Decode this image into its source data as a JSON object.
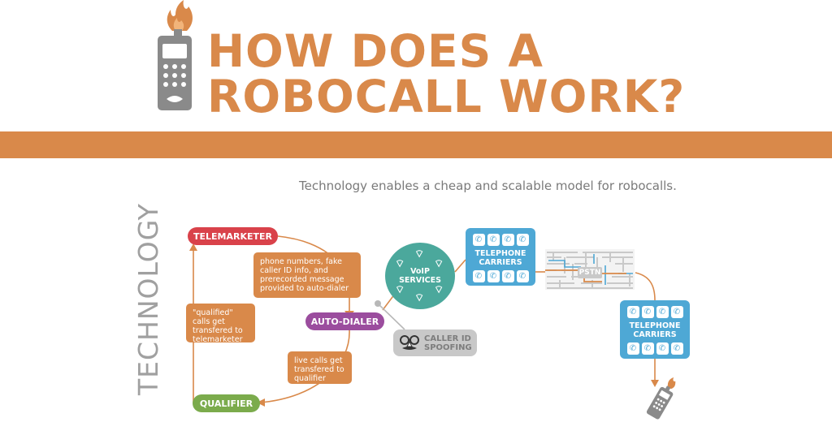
{
  "header": {
    "title_line1": "HOW DOES A",
    "title_line2": "ROBOCALL WORK?"
  },
  "subtitle": "Technology enables a cheap and scalable model for robocalls.",
  "side_label": "TECHNOLOGY",
  "nodes": {
    "telemarketer": "TELEMARKETER",
    "auto_dialer": "AUTO-DIALER",
    "qualifier": "QUALIFIER",
    "voip_line1": "VoIP",
    "voip_line2": "SERVICES",
    "caller_id_line1": "CALLER ID",
    "caller_id_line2": "SPOOFING",
    "pstn": "PSTN",
    "carriers_top_line1": "TELEPHONE",
    "carriers_top_line2": "CARRIERS",
    "carriers_right_line1": "TELEPHONE",
    "carriers_right_line2": "CARRIERS"
  },
  "notes": {
    "provided": "phone numbers, fake caller ID info, and prerecorded message provided to auto-dialer",
    "qualified": "\"qualified\" calls get transfered to telemarketer",
    "live": "live calls get transfered to qualifier"
  },
  "colors": {
    "accent_orange": "#d9894a",
    "telemarketer_red": "#d9424a",
    "auto_dialer_purple": "#9b4d9e",
    "qualifier_green": "#7bab4c",
    "voip_teal": "#4ba89c",
    "carrier_blue": "#4ea8d5",
    "spoof_gray": "#c8c8c8"
  },
  "icons": {
    "header_icon": "burning-phone-icon",
    "footer_icon": "burning-phone-icon",
    "voip_icon": "wifi-icon",
    "carrier_icon": "phone-handset-icon",
    "spoof_icon": "disguise-mask-icon"
  }
}
